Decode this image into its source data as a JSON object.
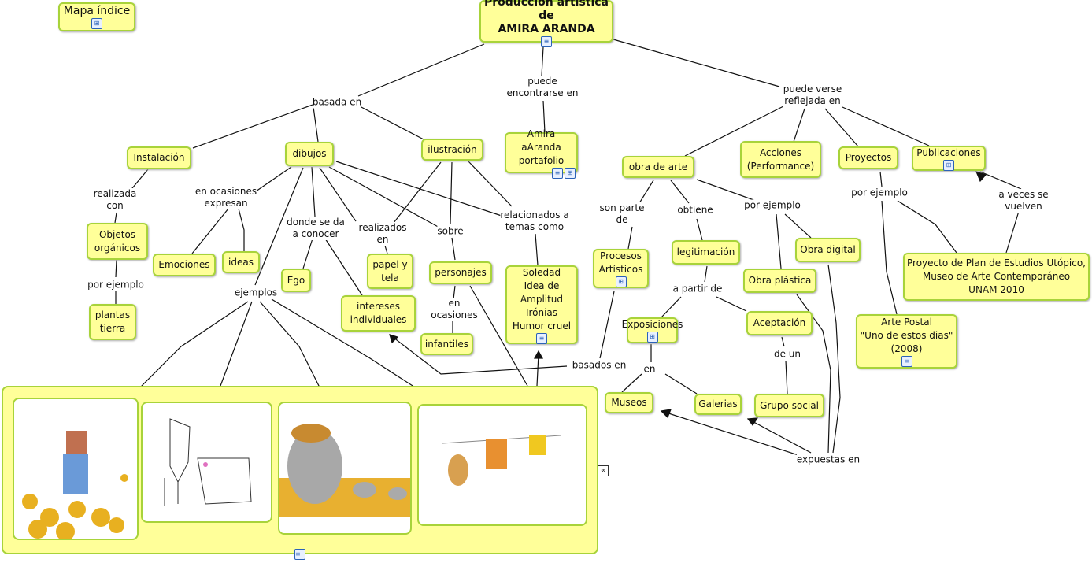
{
  "title": "Producción artística de\nAMIRA ARANDA",
  "index_map": "Mapa índice",
  "concepts": {
    "instalacion": "Instalación",
    "dibujos": "dibujos",
    "ilustracion": "ilustración",
    "portafolio": "Amira aAranda\nportafolio",
    "obra_arte": "obra de arte",
    "acciones": "Acciones\n(Performance)",
    "proyectos": "Proyectos",
    "publicaciones": "Publicaciones",
    "objetos": "Objetos\norgánicos",
    "emociones": "Emociones",
    "ideas": "ideas",
    "ego": "Ego",
    "papel": "papel y\ntela",
    "personajes": "personajes",
    "temas": "Soledad\nIdea de\nAmplitud\nIrónias\nHumor cruel",
    "procesos": "Procesos\nArtísticos",
    "legitimacion": "legitimación",
    "obra_digital": "Obra digital",
    "obra_plastica": "Obra plástica",
    "proyecto_plan": "Proyecto de Plan de Estudios Utópico,\nMuseo de Arte Contemporáneo\nUNAM 2010",
    "plantas": "plantas\ntierra",
    "intereses": "intereses\nindividuales",
    "infantiles": "infantiles",
    "exposiciones": "Exposiciones",
    "aceptacion": "Aceptación",
    "arte_postal": "Arte Postal\n\"Uno de estos dias\"\n(2008)",
    "museos": "Museos",
    "galerias": "Galerias",
    "grupo_social": "Grupo social"
  },
  "links": {
    "basada_en": "basada en",
    "puede_encontrarse": "puede\nencontrarse en",
    "puede_verse": "puede verse\nreflejada en",
    "realizada_con": "realizada\ncon",
    "expresan": "en ocasiones\nexpresan",
    "donde": "donde se da\na conocer",
    "realizados": "realizados\nen",
    "sobre": "sobre",
    "relacionados": "relacionados a\ntemas como",
    "por_ejemplo1": "por ejemplo",
    "ejemplos": "ejemplos",
    "en_ocasiones": "en\nocasiones",
    "basados_en": "basados en",
    "son_parte": "son parte\nde",
    "obtiene": "obtiene",
    "por_ejemplo2": "por ejemplo",
    "por_ejemplo3": "por ejemplo",
    "a_veces": "a veces se\nvuelven",
    "a_partir": "a partir de",
    "de_un": "de un",
    "en": "en",
    "expuestas": "expuestas en"
  },
  "icons": {
    "map": "concept-map-icon",
    "doc": "document-icon",
    "collapse": "collapse-icon"
  },
  "colors": {
    "node_fill": "#ffff99",
    "node_border": "#a8d33a"
  }
}
